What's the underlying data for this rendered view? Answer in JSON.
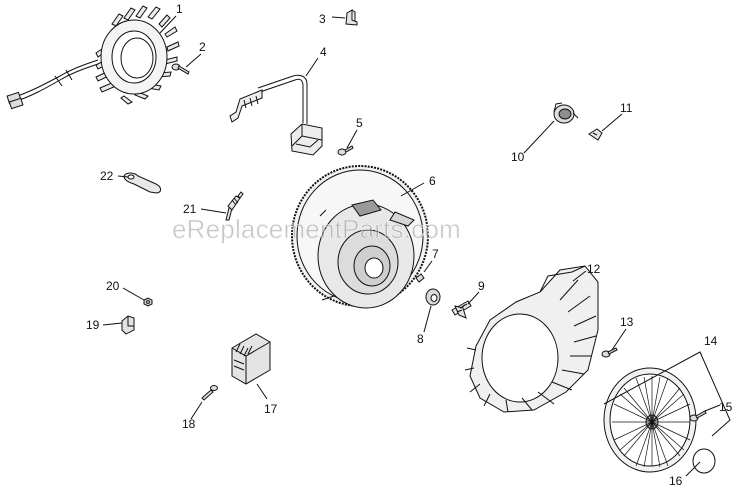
{
  "watermark": {
    "text": "eReplacementParts.com"
  },
  "callouts": [
    {
      "id": "1",
      "label": "1"
    },
    {
      "id": "2",
      "label": "2"
    },
    {
      "id": "3",
      "label": "3"
    },
    {
      "id": "4",
      "label": "4"
    },
    {
      "id": "5",
      "label": "5"
    },
    {
      "id": "6",
      "label": "6"
    },
    {
      "id": "7",
      "label": "7"
    },
    {
      "id": "8",
      "label": "8"
    },
    {
      "id": "9",
      "label": "9"
    },
    {
      "id": "10",
      "label": "10"
    },
    {
      "id": "11",
      "label": "11"
    },
    {
      "id": "12",
      "label": "12"
    },
    {
      "id": "13",
      "label": "13"
    },
    {
      "id": "14",
      "label": "14"
    },
    {
      "id": "15",
      "label": "15"
    },
    {
      "id": "16",
      "label": "16"
    },
    {
      "id": "17",
      "label": "17"
    },
    {
      "id": "18",
      "label": "18"
    },
    {
      "id": "19",
      "label": "19"
    },
    {
      "id": "20",
      "label": "20"
    },
    {
      "id": "21",
      "label": "21"
    },
    {
      "id": "22",
      "label": "22"
    }
  ],
  "colors": {
    "line": "#111111",
    "part_fill": "#e9e9e9",
    "part_dark": "#8a8a8a",
    "watermark": "#8c8c8c"
  }
}
